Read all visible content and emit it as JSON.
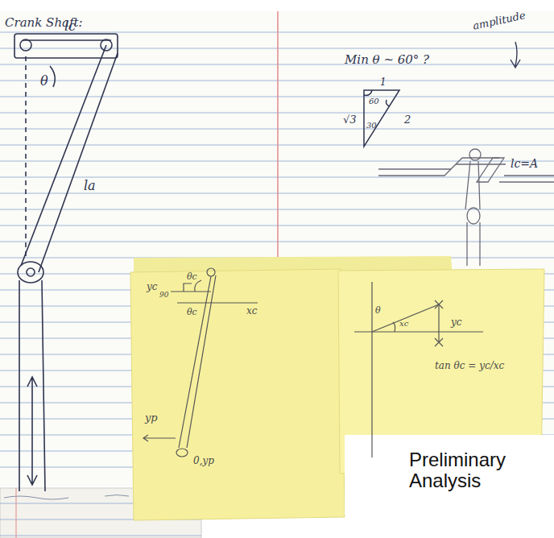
{
  "diagram": {
    "labels": [
      "Crank Shaft:",
      "lc",
      "θ",
      "la",
      "Min θ ~ 60° ?",
      "amplitude",
      "lc=A",
      "1",
      "60",
      "30",
      "√3",
      "2",
      "yc",
      "θc",
      "90",
      "θc",
      "xc",
      "yp",
      "0,yp",
      "θ",
      "xc",
      "yc",
      "tan θc = yc/xc",
      "Preliminary Analysis"
    ]
  }
}
